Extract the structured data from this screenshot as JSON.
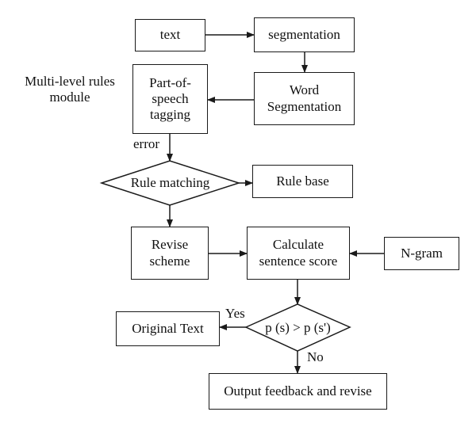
{
  "diagram": {
    "nodes": {
      "text": "text",
      "segmentation": "segmentation",
      "word_segmentation": "Word\nSegmentation",
      "pos_tagging": "Part-of-\nspeech\ntagging",
      "rule_matching": "Rule matching",
      "rule_base": "Rule base",
      "revise_scheme": "Revise\nscheme",
      "calculate_score": "Calculate\nsentence score",
      "ngram": "N-gram",
      "condition": "p (s) > p (s')",
      "original_text": "Original Text",
      "output_feedback": "Output feedback and revise"
    },
    "labels": {
      "module": "Multi-level rules\nmodule",
      "error": "error",
      "yes": "Yes",
      "no": "No"
    }
  }
}
